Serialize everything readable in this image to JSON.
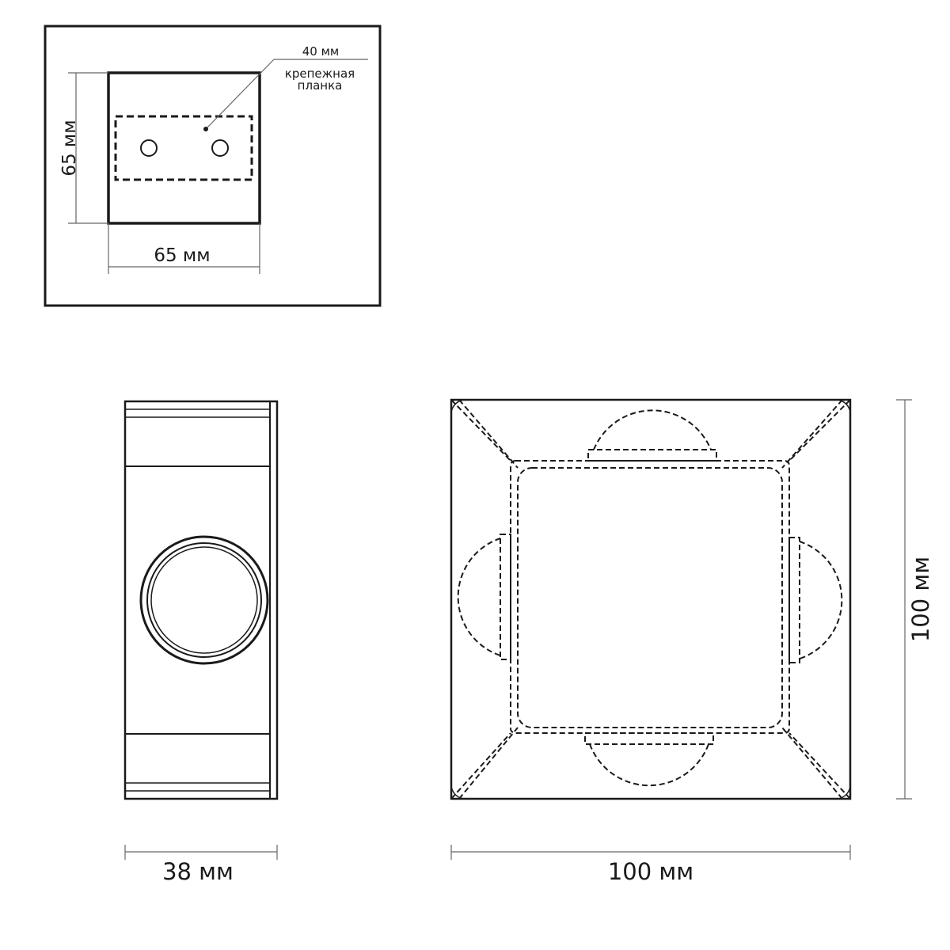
{
  "mounting_view": {
    "height_label": "65 мм",
    "width_label": "65 мм",
    "plate_size_label": "40 мм",
    "plate_caption_line1": "крепежная",
    "plate_caption_line2": "планка"
  },
  "side_view": {
    "width_label": "38 мм"
  },
  "front_view": {
    "width_label": "100 мм",
    "height_label": "100 мм"
  }
}
